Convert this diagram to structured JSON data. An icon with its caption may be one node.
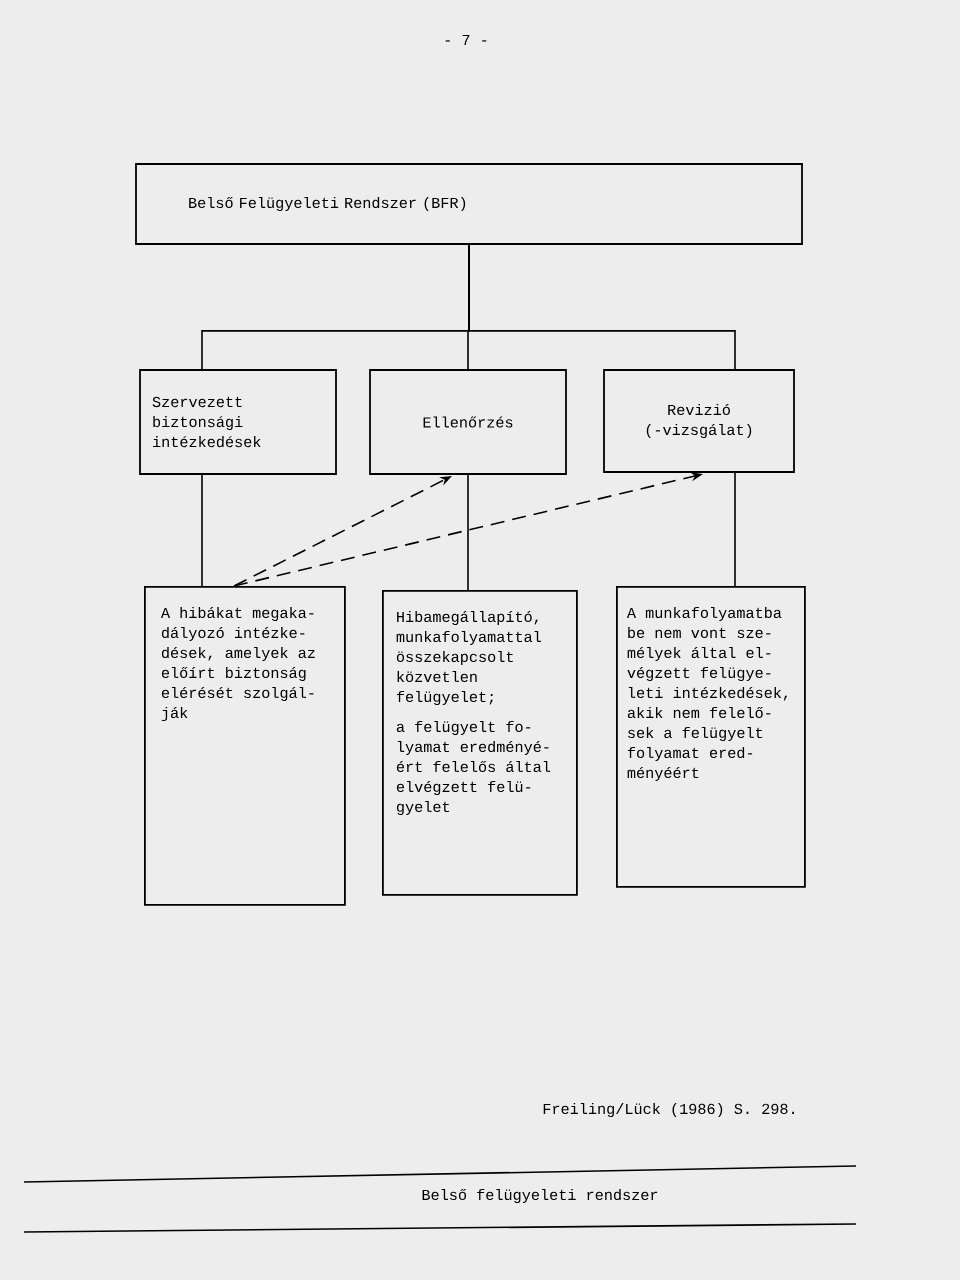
{
  "diagram": {
    "nodes": [
      {
        "text": [
          "Belső Felügyeleti Rendszer (BFR)"
        ]
      },
      {
        "text": [
          "Szervezett biztonsági intézkedések"
        ]
      },
      {
        "text": [
          "Ellenőrzés"
        ]
      },
      {
        "text": [
          "Revizió (-vizsgálat)"
        ]
      },
      {
        "text": [
          "A hibákat megaka- dályozó intézke- dések, amelyek az előírt biztonság elérését szolgál- ják"
        ]
      },
      {
        "text": [
          "Hibamegállapító, munkafolyamattal összekapcsolt közvetlen felügyelet;",
          "a felügyelt fo- lyamat eredményé- ért felelős által elvégzett felü- gyelet"
        ]
      },
      {
        "text": [
          "A munkafolyamatba be nem vont sze- mélyek által el- végzett felügye- leti intézkedések, akik nem felelő- sek a felügyelt folyamat ered- ményéért"
        ]
      }
    ],
    "edges": [
      {
        "from": 0,
        "to": 1,
        "arrow": "none"
      },
      {
        "from": 0,
        "to": 2,
        "arrow": "none"
      },
      {
        "from": 0,
        "to": 3,
        "arrow": "none"
      },
      {
        "from": 1,
        "to": 4,
        "arrow": "none"
      },
      {
        "from": 2,
        "to": 5,
        "arrow": "none"
      },
      {
        "from": 3,
        "to": 6,
        "arrow": "none"
      },
      {
        "from": 4,
        "to": 2,
        "arrow": "to",
        "style": "dashed"
      },
      {
        "from": 4,
        "to": 3,
        "arrow": "to",
        "style": "dashed"
      }
    ],
    "labels": [
      "- 7 -",
      "Freiling/Lück (1986) S. 298.",
      "Belső felügyeleti rendszer"
    ]
  }
}
